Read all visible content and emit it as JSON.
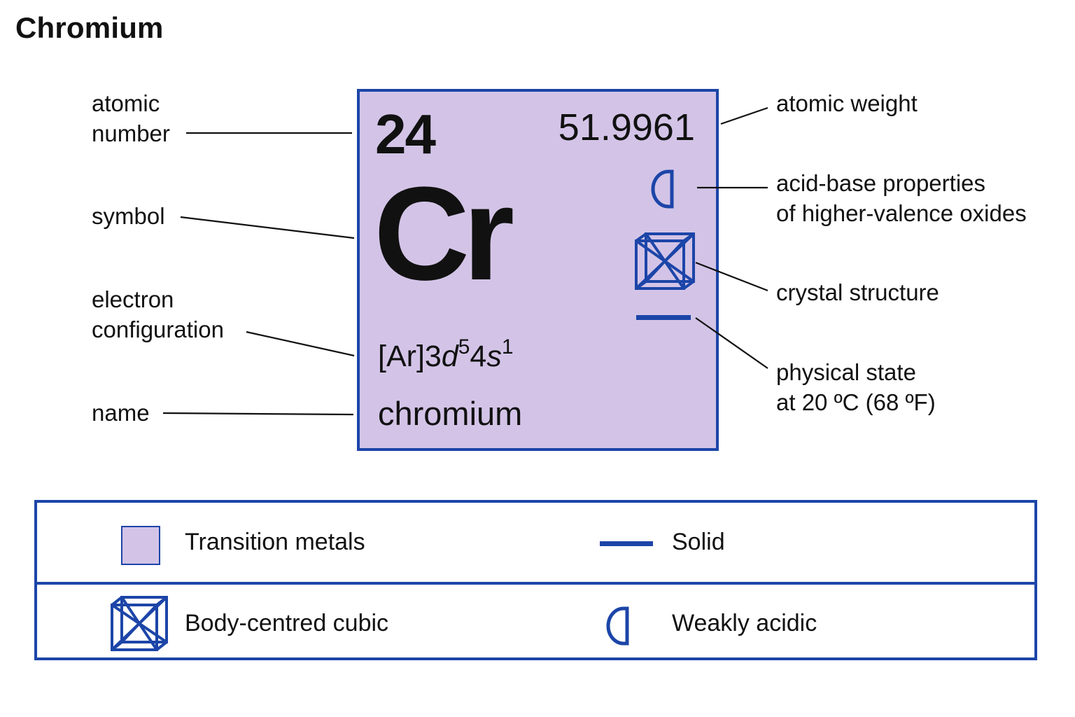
{
  "title": "Chromium",
  "element": {
    "atomic_number": "24",
    "atomic_weight": "51.9961",
    "symbol": "Cr",
    "config_base": "[Ar]3",
    "config_d": "d",
    "config_d_sup": "5",
    "config_4": "4",
    "config_s": "s",
    "config_s_sup": "1",
    "name": "chromium"
  },
  "labels": {
    "atomic_number_1": "atomic",
    "atomic_number_2": "number",
    "symbol": "symbol",
    "electron_config_1": "electron",
    "electron_config_2": "configuration",
    "name": "name",
    "atomic_weight": "atomic weight",
    "acid_base_1": "acid-base properties",
    "acid_base_2": "of higher-valence oxides",
    "crystal_structure": "crystal structure",
    "physical_state_1": "physical state",
    "physical_state_2": "at 20 ºC (68 ºF)"
  },
  "legend": {
    "category": "Transition metals",
    "state": "Solid",
    "crystal": "Body-centred cubic",
    "acidity": "Weakly acidic"
  },
  "colors": {
    "tile_fill": "#d3c4e7",
    "accent_blue": "#1c45a8",
    "text": "#111111"
  },
  "icons": {
    "acidity": "half-circle-icon",
    "crystal": "body-centred-cubic-icon",
    "state": "solid-bar-icon"
  }
}
